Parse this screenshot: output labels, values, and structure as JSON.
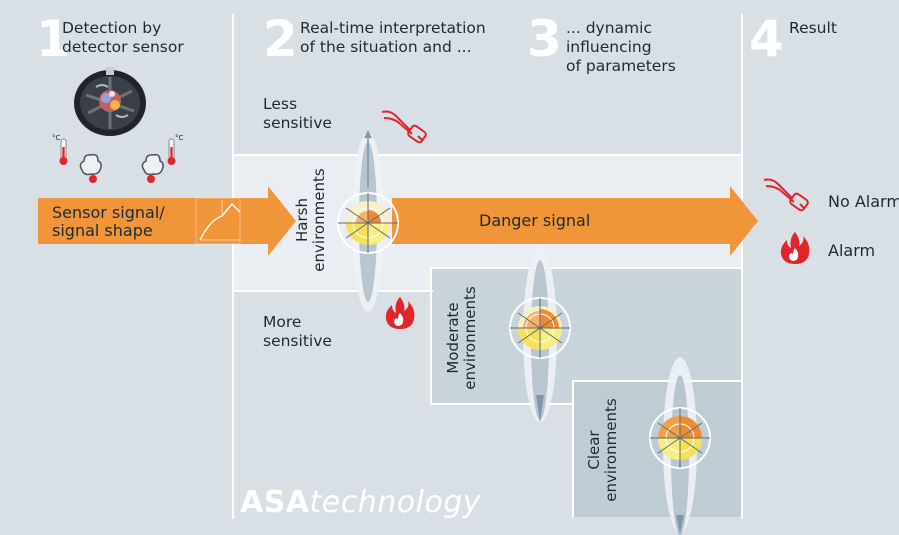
{
  "steps": [
    {
      "number": "1",
      "text": "Detection by\ndetector sensor"
    },
    {
      "number": "2",
      "text": "Real-time interpretation\nof the situation and ..."
    },
    {
      "number": "3",
      "text": "... dynamic\ninfluencing\nof parameters"
    },
    {
      "number": "4",
      "text": "Result"
    }
  ],
  "sensitivity": {
    "less": "Less\nsensitive",
    "more": "More\nsensitive"
  },
  "arrows": {
    "sensor_signal": "Sensor signal/\nsignal shape",
    "danger_signal": "Danger signal"
  },
  "environments": {
    "harsh": "Harsh\nenvironments",
    "moderate": "Moderate\nenvironments",
    "clear": "Clear\nenvironments"
  },
  "result": {
    "no_alarm": "No Alarm",
    "alarm": "Alarm"
  },
  "brand": {
    "bold": "ASA",
    "italic": "technology"
  },
  "icons": {
    "sensor": "smoke-detector-sensor-icon",
    "temperature": "thermometer-icon",
    "smoke": "smoke-cloud-icon",
    "no_alarm": "welding-torch-icon",
    "alarm": "flame-icon"
  },
  "colors": {
    "background": "#d8e0e6",
    "arrow": "#f0953a",
    "band_light": "#e6edf1",
    "band_dark": "#c5d1d9",
    "alarm_red": "#e0262b",
    "white": "#ffffff"
  }
}
